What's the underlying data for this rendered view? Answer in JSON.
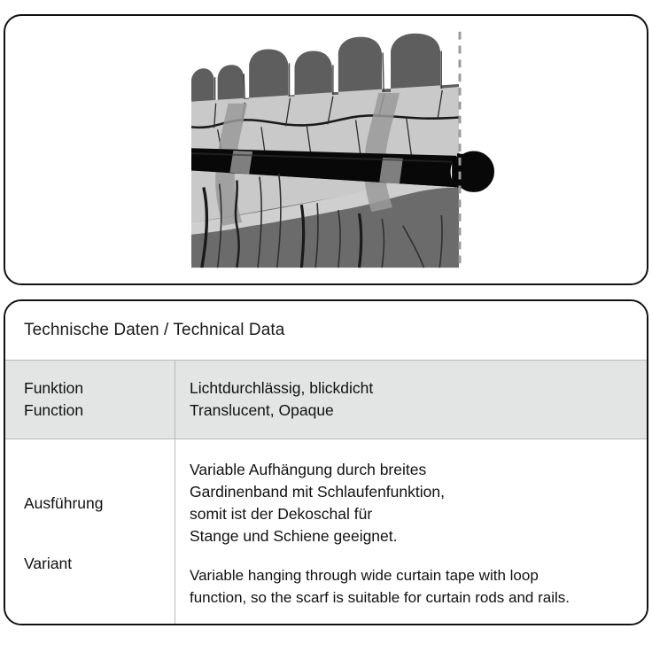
{
  "illustration": {
    "name": "curtain-on-rod-illustration",
    "alt_description": "Cross-section style drawing of a translucent curtain scarf with wide loop-function curtain tape hanging over a dark curtain rod",
    "colors": {
      "fabric_dark": "#6b6b6b",
      "fabric_dark_top": "#5e5e5e",
      "tape_light": "#c9c9c9",
      "tape_light_2": "#d2d2d2",
      "loop_strap": "#9a9a9a",
      "loop_strap_over_rod": "#8a8a8a",
      "rod": "#080808",
      "outline": "#1a1a1a",
      "cut_line": "#9a9a9a"
    },
    "parts": {
      "rod_label": "curtain-rod",
      "rod_end_label": "curtain-rod-end-cap",
      "tape_label": "curtain-tape-band",
      "loop_label": "tape-loop-strap",
      "fabric_top_label": "fabric-top-scallops",
      "fabric_bottom_label": "fabric-body-folds"
    }
  },
  "spec": {
    "header": "Technische Daten / Technical Data",
    "columns": [
      "label",
      "value"
    ],
    "rows": [
      {
        "shaded": true,
        "label_de": "Funktion",
        "label_en": "Function",
        "value_lines": [
          "Lichtdurchlässig, blickdicht",
          "Translucent, Opaque"
        ]
      },
      {
        "shaded": false,
        "label_de": "Ausführung",
        "label_en": "Variant",
        "value_lines_de": [
          "Variable Aufhängung durch breites",
          "Gardinenband mit Schlaufenfunktion,",
          "somit ist der Dekoschal für",
          "Stange und Schiene geeignet."
        ],
        "value_lines_en": [
          "Variable hanging through wide curtain tape with loop",
          "function, so the scarf is suitable for curtain rods and rails."
        ]
      }
    ]
  },
  "style": {
    "card_border": "#111111",
    "row_shaded_bg": "#e3e4e4",
    "row_plain_bg": "#ffffff",
    "separator": "#b9b9b9",
    "text": "#111111",
    "page_bg": "#ffffff"
  }
}
